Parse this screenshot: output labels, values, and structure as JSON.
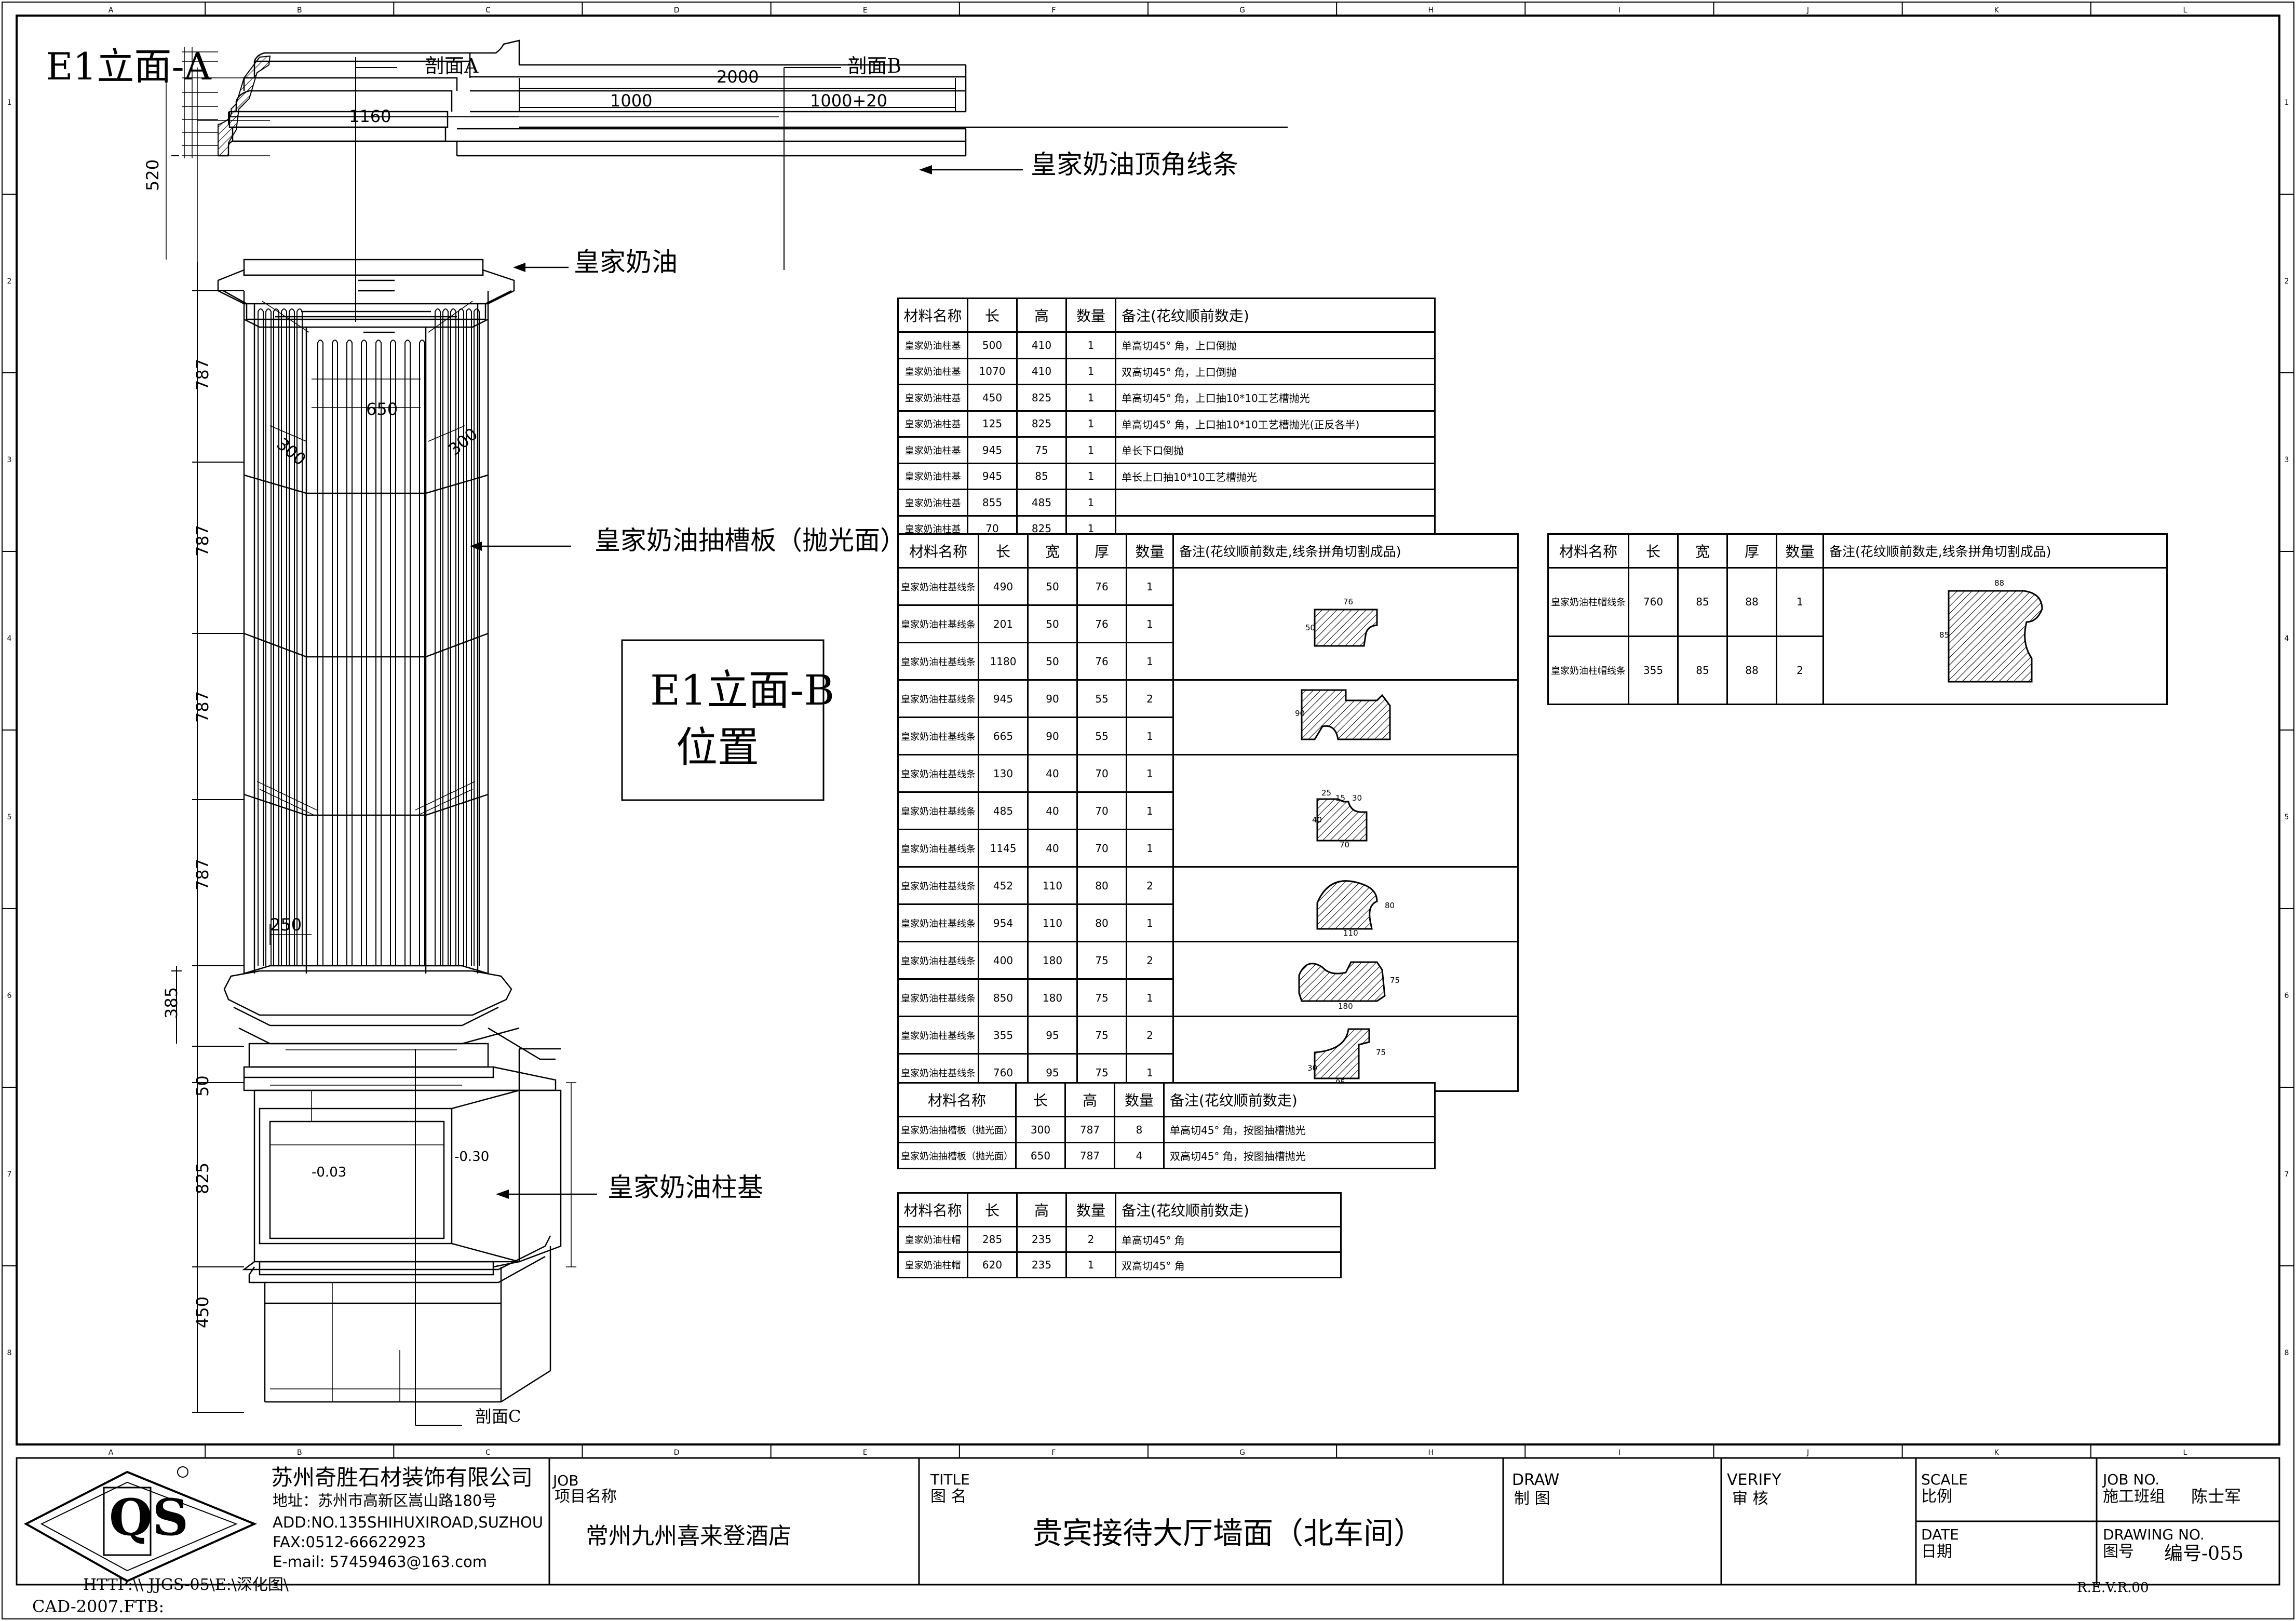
{
  "drawing": {
    "title": "E1立面-A",
    "section_a": "剖面A",
    "section_b": "剖面B",
    "section_c": "剖面C",
    "ref_box": [
      "E1立面-B",
      "位置"
    ],
    "labels": {
      "crown": "皇家奶油顶角线条",
      "cream": "皇家奶油",
      "panel": "皇家奶油抽槽板（抛光面）",
      "base": "皇家奶油柱基"
    },
    "dims": {
      "d2000": "2000",
      "d1000": "1000",
      "d1000_20": "1000+20",
      "d1160": "1160",
      "d520": "520",
      "d787_1": "787",
      "d787_2": "787",
      "d787_3": "787",
      "d787_4": "787",
      "d385": "385",
      "d50": "50",
      "d825": "825",
      "d450": "450",
      "d650": "650",
      "d300_l": "300",
      "d300_r": "300",
      "d250": "250",
      "d_003": "-0.03",
      "d_030": "-0.30"
    }
  },
  "table1": {
    "headers": [
      "材料名称",
      "长",
      "高",
      "数量",
      "备注(花纹顺前数走)"
    ],
    "rows": [
      [
        "皇家奶油柱基",
        "500",
        "410",
        "1",
        "单高切45° 角，上口倒抛"
      ],
      [
        "皇家奶油柱基",
        "1070",
        "410",
        "1",
        "双高切45° 角，上口倒抛"
      ],
      [
        "皇家奶油柱基",
        "450",
        "825",
        "1",
        "单高切45° 角，上口抽10*10工艺槽抛光"
      ],
      [
        "皇家奶油柱基",
        "125",
        "825",
        "1",
        "单高切45° 角，上口抽10*10工艺槽抛光(正反各半)"
      ],
      [
        "皇家奶油柱基",
        "945",
        "75",
        "1",
        "单长下口倒抛"
      ],
      [
        "皇家奶油柱基",
        "945",
        "85",
        "1",
        "单长上口抽10*10工艺槽抛光"
      ],
      [
        "皇家奶油柱基",
        "855",
        "485",
        "1",
        ""
      ],
      [
        "皇家奶油柱基",
        "70",
        "825",
        "1",
        ""
      ]
    ]
  },
  "table2": {
    "headers": [
      "材料名称",
      "长",
      "宽",
      "厚",
      "数量",
      "备注(花纹顺前数走,线条拼角切割成品)"
    ],
    "rows": [
      [
        "皇家奶油柱基线条",
        "490",
        "50",
        "76",
        "1"
      ],
      [
        "皇家奶油柱基线条",
        "201",
        "50",
        "76",
        "1"
      ],
      [
        "皇家奶油柱基线条",
        "1180",
        "50",
        "76",
        "1"
      ],
      [
        "皇家奶油柱基线条",
        "945",
        "90",
        "55",
        "2"
      ],
      [
        "皇家奶油柱基线条",
        "665",
        "90",
        "55",
        "1"
      ],
      [
        "皇家奶油柱基线条",
        "130",
        "40",
        "70",
        "1"
      ],
      [
        "皇家奶油柱基线条",
        "485",
        "40",
        "70",
        "1"
      ],
      [
        "皇家奶油柱基线条",
        "1145",
        "40",
        "70",
        "1"
      ],
      [
        "皇家奶油柱基线条",
        "452",
        "110",
        "80",
        "2"
      ],
      [
        "皇家奶油柱基线条",
        "954",
        "110",
        "80",
        "1"
      ],
      [
        "皇家奶油柱基线条",
        "400",
        "180",
        "75",
        "2"
      ],
      [
        "皇家奶油柱基线条",
        "850",
        "180",
        "75",
        "1"
      ],
      [
        "皇家奶油柱基线条",
        "355",
        "95",
        "75",
        "2"
      ],
      [
        "皇家奶油柱基线条",
        "760",
        "95",
        "75",
        "1"
      ]
    ],
    "profiles": [
      {
        "top": "76",
        "side": "50"
      },
      {
        "side": "90"
      },
      {
        "a": "25",
        "b": "15",
        "c": "30",
        "side": "40",
        "bottom": "70"
      },
      {
        "side": "80",
        "bottom": "110"
      },
      {
        "side": "75",
        "bottom": "180"
      },
      {
        "side": "75",
        "left": "30",
        "bottom": "95"
      }
    ]
  },
  "table3": {
    "headers": [
      "材料名称",
      "长",
      "宽",
      "厚",
      "数量",
      "备注(花纹顺前数走,线条拼角切割成品)"
    ],
    "rows": [
      [
        "皇家奶油柱帽线条",
        "760",
        "85",
        "88",
        "1"
      ],
      [
        "皇家奶油柱帽线条",
        "355",
        "85",
        "88",
        "2"
      ]
    ],
    "profile": {
      "top": "88",
      "side": "85"
    }
  },
  "table4": {
    "headers": [
      "材料名称",
      "长",
      "高",
      "数量",
      "备注(花纹顺前数走)"
    ],
    "rows": [
      [
        "皇家奶油抽槽板（抛光面）",
        "300",
        "787",
        "8",
        "单高切45° 角，按图抽槽抛光"
      ],
      [
        "皇家奶油抽槽板（抛光面）",
        "650",
        "787",
        "4",
        "双高切45° 角，按图抽槽抛光"
      ]
    ]
  },
  "table5": {
    "headers": [
      "材料名称",
      "长",
      "高",
      "数量",
      "备注(花纹顺前数走)"
    ],
    "rows": [
      [
        "皇家奶油柱帽",
        "285",
        "235",
        "2",
        "单高切45° 角"
      ],
      [
        "皇家奶油柱帽",
        "620",
        "235",
        "1",
        "双高切45° 角"
      ]
    ]
  },
  "titleblock": {
    "company": "苏州奇胜石材装饰有限公司",
    "address": "地址：苏州市高新区嵩山路180号",
    "address_en": "ADD:NO.135SHIHUXIROAD,SUZHOU",
    "fax": "FAX:0512-66622923",
    "email": "E-mail: 57459463@163.com",
    "logo": "QS",
    "job_label": "JOB",
    "project_label": "项目名称",
    "project": "常州九州喜来登酒店",
    "title_label": "TITLE",
    "drawing_name_label": "图 名",
    "drawing_name": "贵宾接待大厅墙面（北车间）",
    "draw_label": "DRAW",
    "draw_cn": "制 图",
    "verify_label": "VERIFY",
    "verify_cn": "审 核",
    "scale_label": "SCALE",
    "scale_cn": "比例",
    "date_label": "DATE",
    "date_cn": "日期",
    "jobno_label": "JOB NO.",
    "jobno_cn": "施工班组",
    "jobno_value": "陈士军",
    "drawno_label": "DRAWING NO.",
    "drawno_cn": "图号",
    "drawno_value": "编号-055",
    "path": "HTTP:\\\\ JJGS-05\\E:\\深化图\\",
    "cad": "CAD-2007.FTB:",
    "rev": "R.E.V.R.00"
  },
  "grid": {
    "cols": [
      "A",
      "B",
      "C",
      "D",
      "E",
      "F",
      "G",
      "H",
      "I",
      "J",
      "K",
      "L"
    ],
    "rows": [
      "1",
      "2",
      "3",
      "4",
      "5",
      "6",
      "7",
      "8"
    ]
  }
}
